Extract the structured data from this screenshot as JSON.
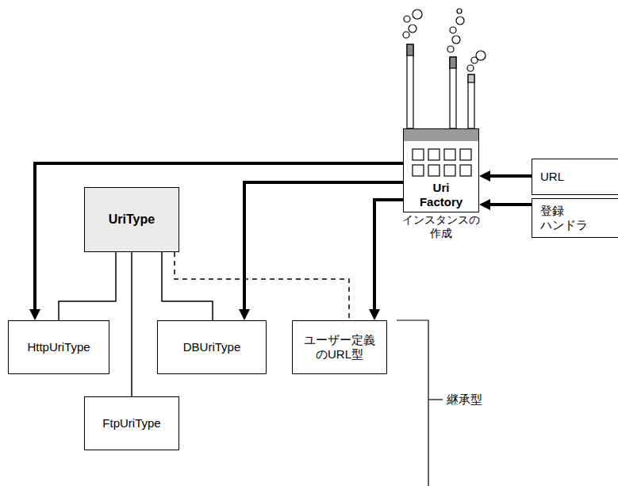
{
  "diagram": {
    "nodes": [
      {
        "text": [
          "UriType"
        ]
      },
      {
        "text": [
          "HttpUriType"
        ]
      },
      {
        "text": [
          "DBUriType"
        ]
      },
      {
        "text": [
          "ユーザー定義 のURL型"
        ]
      },
      {
        "text": [
          "FtpUriType"
        ]
      },
      {
        "text": [
          "Uri Factory",
          "インスタンスの 作成"
        ]
      },
      {
        "text": [
          "URL"
        ]
      },
      {
        "text": [
          "登録 ハンドラ"
        ]
      }
    ],
    "edges": [
      {
        "from": 0,
        "to": 1,
        "arrow": "none"
      },
      {
        "from": 0,
        "to": 2,
        "arrow": "none"
      },
      {
        "from": 0,
        "to": 4,
        "arrow": "none"
      },
      {
        "from": 0,
        "to": 3,
        "arrow": "none"
      },
      {
        "from": 5,
        "to": 1,
        "arrow": "to"
      },
      {
        "from": 5,
        "to": 2,
        "arrow": "to"
      },
      {
        "from": 5,
        "to": 3,
        "arrow": "to"
      },
      {
        "from": 6,
        "to": 5,
        "arrow": "to"
      },
      {
        "from": 7,
        "to": 5,
        "arrow": "to"
      }
    ],
    "labels": [
      "継承型"
    ]
  }
}
